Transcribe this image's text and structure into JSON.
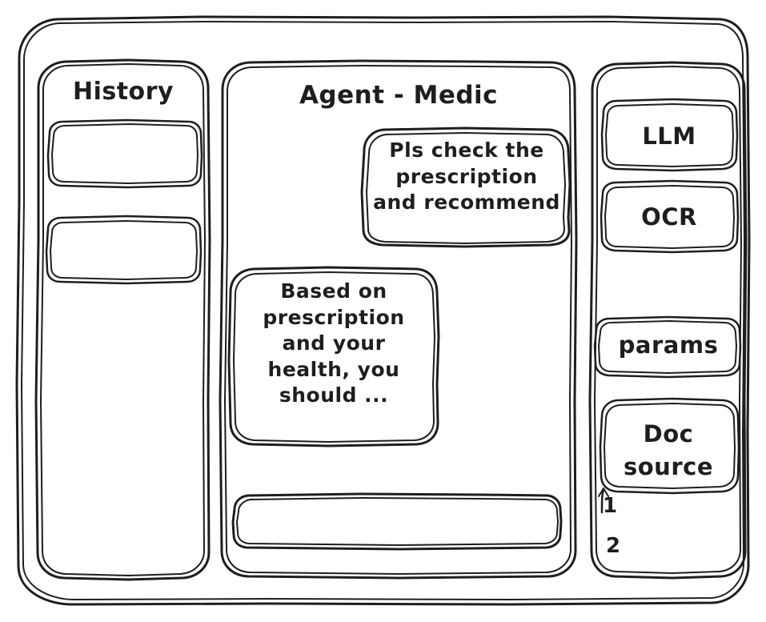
{
  "style": {
    "stroke_color": "#1e1e1e",
    "background_color": "#ffffff",
    "sketch": "hand-drawn wireframe"
  },
  "window": {
    "name": "app-window-frame"
  },
  "sidebar_left": {
    "title": "History",
    "items": [
      {
        "label": "",
        "name": "history-item-1"
      },
      {
        "label": "",
        "name": "history-item-2"
      }
    ]
  },
  "main": {
    "title": "Agent - Medic",
    "messages": [
      {
        "role": "user",
        "text": "Pls check the\nprescription\nand recommend"
      },
      {
        "role": "assistant",
        "text": "Based on\nprescription\nand your\nhealth, you\nshould ..."
      }
    ],
    "composer": {
      "value": "",
      "placeholder": ""
    }
  },
  "sidebar_right": {
    "chips": [
      {
        "label": "LLM",
        "name": "chip-llm"
      },
      {
        "label": "OCR",
        "name": "chip-ocr"
      },
      {
        "label": "params",
        "name": "chip-params"
      },
      {
        "label": "Doc\nsource",
        "name": "chip-doc-source"
      }
    ],
    "doc_list": [
      {
        "label": "1"
      },
      {
        "label": "2"
      }
    ]
  }
}
